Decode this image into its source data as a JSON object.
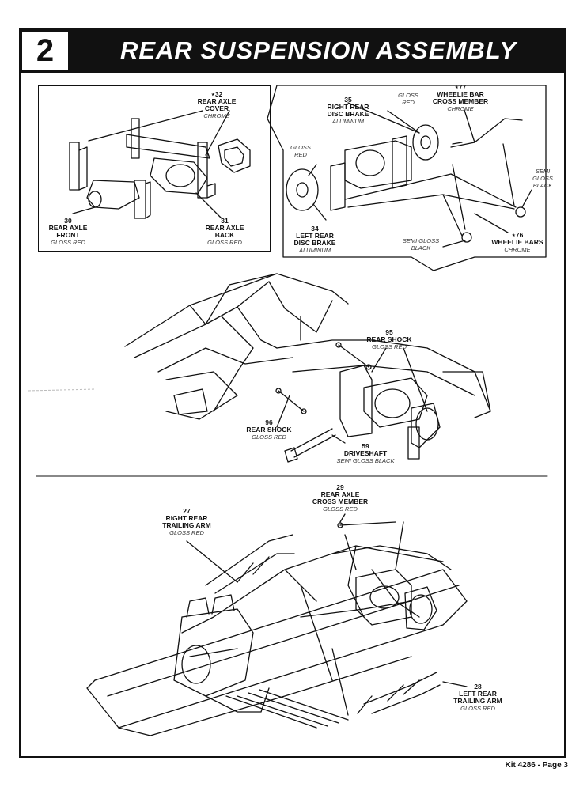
{
  "header": {
    "step_number": "2",
    "title": "REAR SUSPENSION ASSEMBLY"
  },
  "parts": {
    "rear_axle_cover": {
      "number": "⋆32",
      "name1": "REAR AXLE",
      "name2": "COVER",
      "finish": "CHROME"
    },
    "rear_axle_front": {
      "number": "30",
      "name1": "REAR AXLE",
      "name2": "FRONT",
      "finish": "GLOSS RED"
    },
    "rear_axle_back": {
      "number": "31",
      "name1": "REAR AXLE",
      "name2": "BACK",
      "finish": "GLOSS RED"
    },
    "right_rear_disc_brake": {
      "number": "35",
      "name1": "RIGHT REAR",
      "name2": "DISC BRAKE",
      "finish": "ALUMINUM"
    },
    "gloss_red_top": {
      "finish1": "GLOSS",
      "finish2": "RED"
    },
    "wheelie_bar_cross_member": {
      "number": "⋆77",
      "name1": "WHEELIE BAR",
      "name2": "CROSS MEMBER",
      "finish": "CHROME"
    },
    "gloss_red_left": {
      "finish1": "GLOSS",
      "finish2": "RED"
    },
    "semi_gloss_black_right": {
      "finish1": "SEMI",
      "finish2": "GLOSS",
      "finish3": "BLACK"
    },
    "left_rear_disc_brake": {
      "number": "34",
      "name1": "LEFT REAR",
      "name2": "DISC BRAKE",
      "finish": "ALUMINUM"
    },
    "semi_gloss_black_bottom": {
      "finish1": "SEMI GLOSS",
      "finish2": "BLACK"
    },
    "wheelie_bars": {
      "number": "⋆76",
      "name1": "WHEELIE BARS",
      "finish": "CHROME"
    },
    "rear_shock_upper": {
      "number": "95",
      "name1": "REAR SHOCK",
      "finish": "GLOSS RED"
    },
    "rear_shock_lower": {
      "number": "96",
      "name1": "REAR SHOCK",
      "finish": "GLOSS RED"
    },
    "driveshaft": {
      "number": "59",
      "name1": "DRIVESHAFT",
      "finish": "SEMI GLOSS BLACK"
    },
    "rear_axle_cross_member": {
      "number": "29",
      "name1": "REAR AXLE",
      "name2": "CROSS MEMBER",
      "finish": "GLOSS RED"
    },
    "right_rear_trailing_arm": {
      "number": "27",
      "name1": "RIGHT REAR",
      "name2": "TRAILING ARM",
      "finish": "GLOSS RED"
    },
    "left_rear_trailing_arm": {
      "number": "28",
      "name1": "LEFT REAR",
      "name2": "TRAILING ARM",
      "finish": "GLOSS RED"
    }
  },
  "footer": {
    "text": "Kit 4286 - Page 3"
  },
  "colors": {
    "ink": "#111111",
    "paper": "#ffffff"
  }
}
